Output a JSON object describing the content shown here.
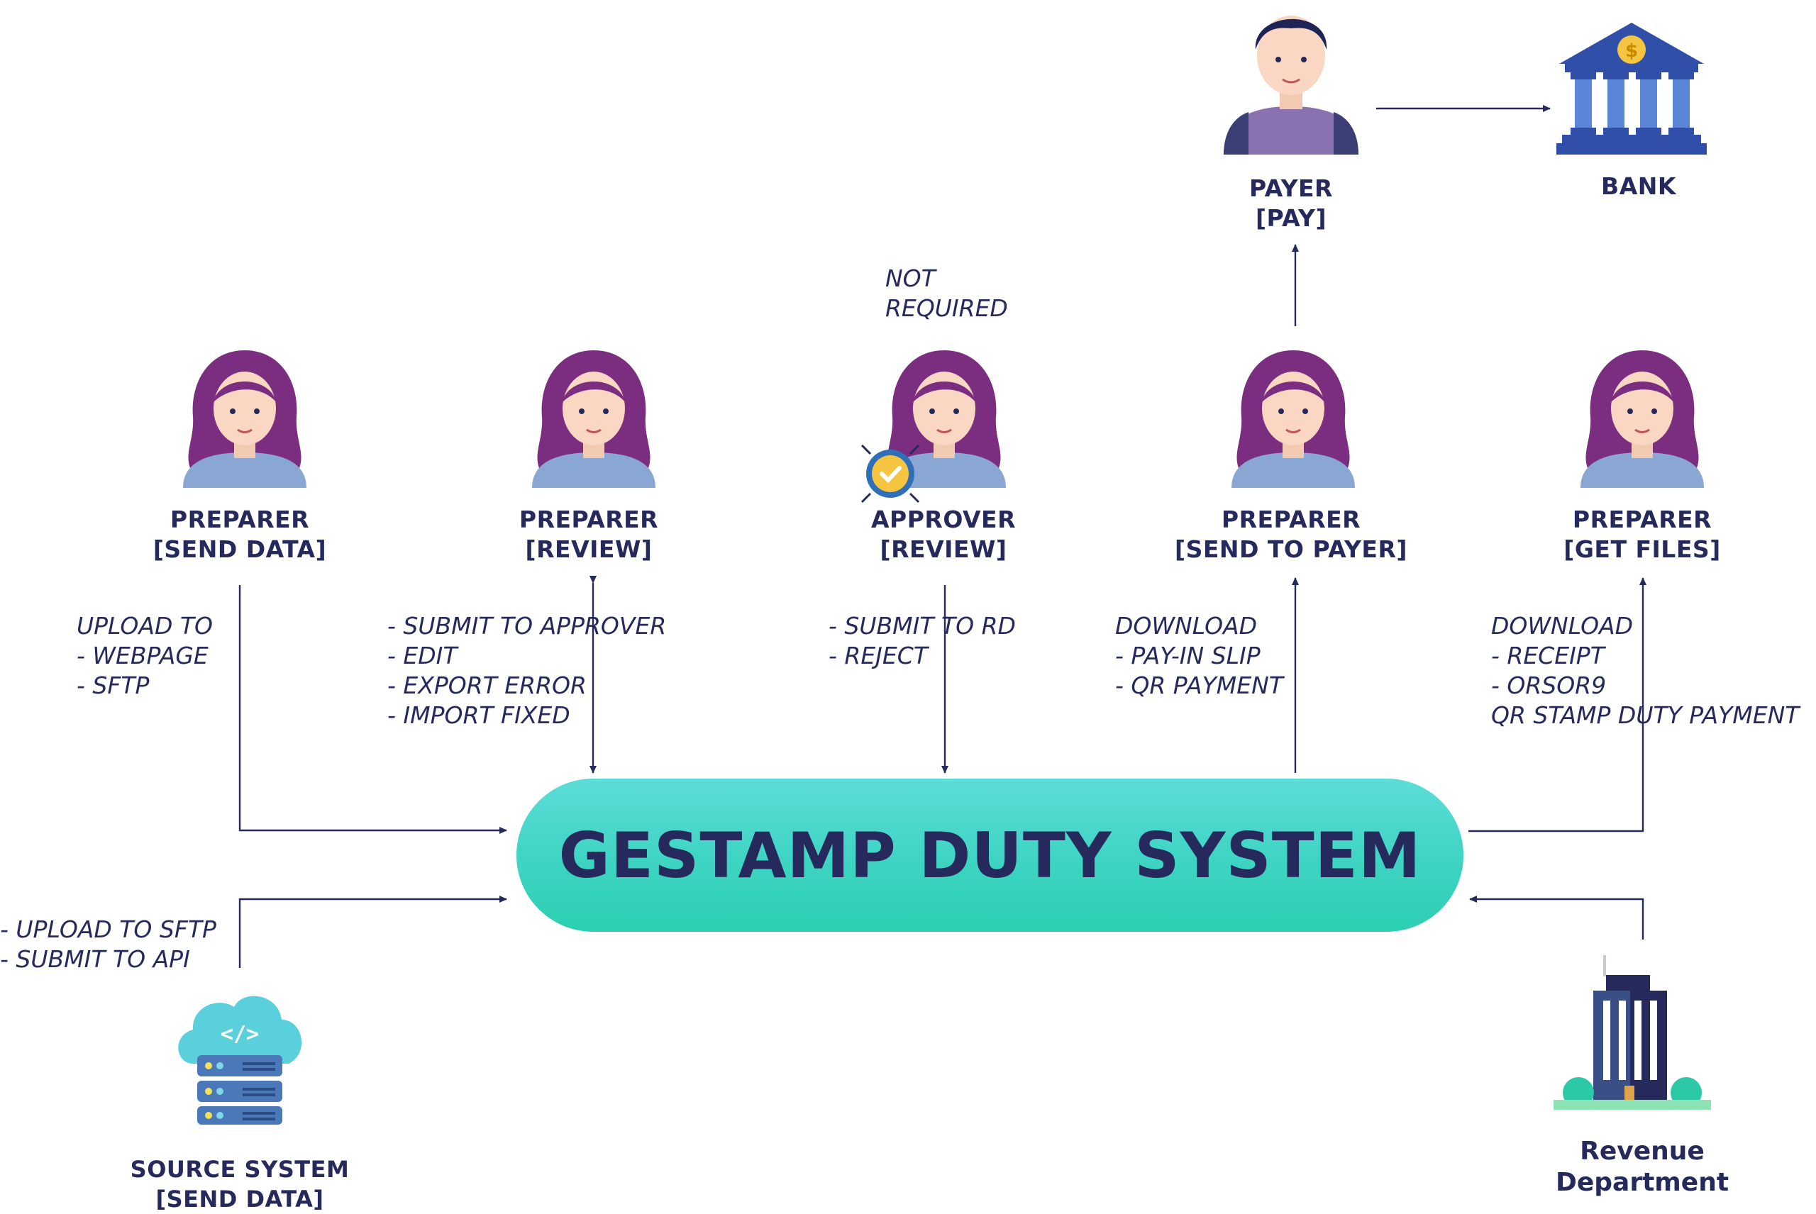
{
  "system": {
    "title": "GESTAMP DUTY SYSTEM"
  },
  "actors": {
    "preparer_send": {
      "line1": "PREPARER",
      "line2": "[SEND DATA]"
    },
    "preparer_review": {
      "line1": "PREPARER",
      "line2": "[REVIEW]"
    },
    "approver_review": {
      "line1": "APPROVER",
      "line2": "[REVIEW]"
    },
    "preparer_payer": {
      "line1": "PREPARER",
      "line2": "[SEND TO PAYER]"
    },
    "preparer_files": {
      "line1": "PREPARER",
      "line2": "[GET FILES]"
    },
    "payer": {
      "line1": "PAYER",
      "line2": "[PAY]"
    },
    "bank": {
      "line1": "BANK"
    },
    "source": {
      "line1": "SOURCE SYSTEM",
      "line2": "[SEND DATA]"
    },
    "revenue": {
      "line1": "Revenue",
      "line2": "Department"
    }
  },
  "notes": {
    "approver_optional": [
      "NOT",
      "REQUIRED"
    ],
    "send_data": [
      "UPLOAD TO",
      "- WEBPAGE",
      "- SFTP"
    ],
    "review": [
      "- SUBMIT TO APPROVER",
      "- EDIT",
      "- EXPORT ERROR",
      "- IMPORT FIXED"
    ],
    "approve": [
      "- SUBMIT TO RD",
      "- REJECT"
    ],
    "send_payer": [
      "DOWNLOAD",
      "- PAY-IN SLIP",
      "- QR PAYMENT"
    ],
    "get_files": [
      "DOWNLOAD",
      "- RECEIPT",
      "- ORSOR9",
      "QR STAMP DUTY PAYMENT"
    ],
    "source": [
      "- UPLOAD TO SFTP",
      "- SUBMIT TO API"
    ]
  },
  "icons": {
    "person": "woman-avatar-icon",
    "payer": "man-avatar-icon",
    "bank": "bank-icon",
    "source": "cloud-server-icon",
    "revenue": "office-building-icon",
    "badge": "verified-badge-icon"
  },
  "colors": {
    "text": "#26295b",
    "pill_top": "#5ddcd8",
    "pill_bottom": "#2ccfb1",
    "hair": "#7b2d7f",
    "shirt": "#8aa7d4",
    "bank": "#2f4fa8"
  }
}
